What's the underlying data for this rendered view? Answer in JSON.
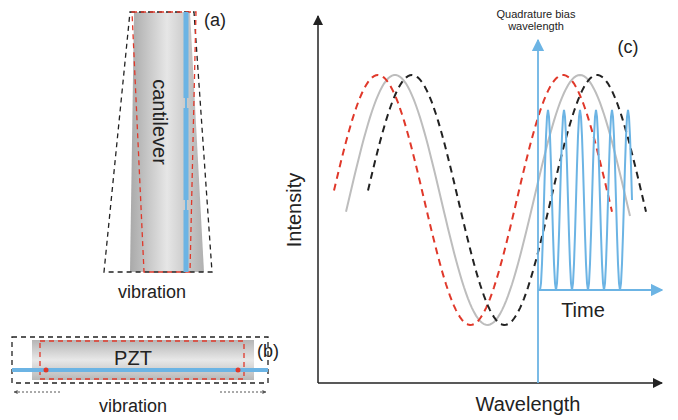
{
  "diagram": {
    "nodes": [
      {
        "text": [
          "cantilever"
        ]
      },
      {
        "text": [
          "PZT"
        ]
      }
    ],
    "labels": [
      "(a)",
      "vibration",
      "(b)",
      "vibration",
      "(c)",
      "Intensity",
      "Wavelength",
      "Quadrature bias wavelength",
      "Time"
    ]
  }
}
